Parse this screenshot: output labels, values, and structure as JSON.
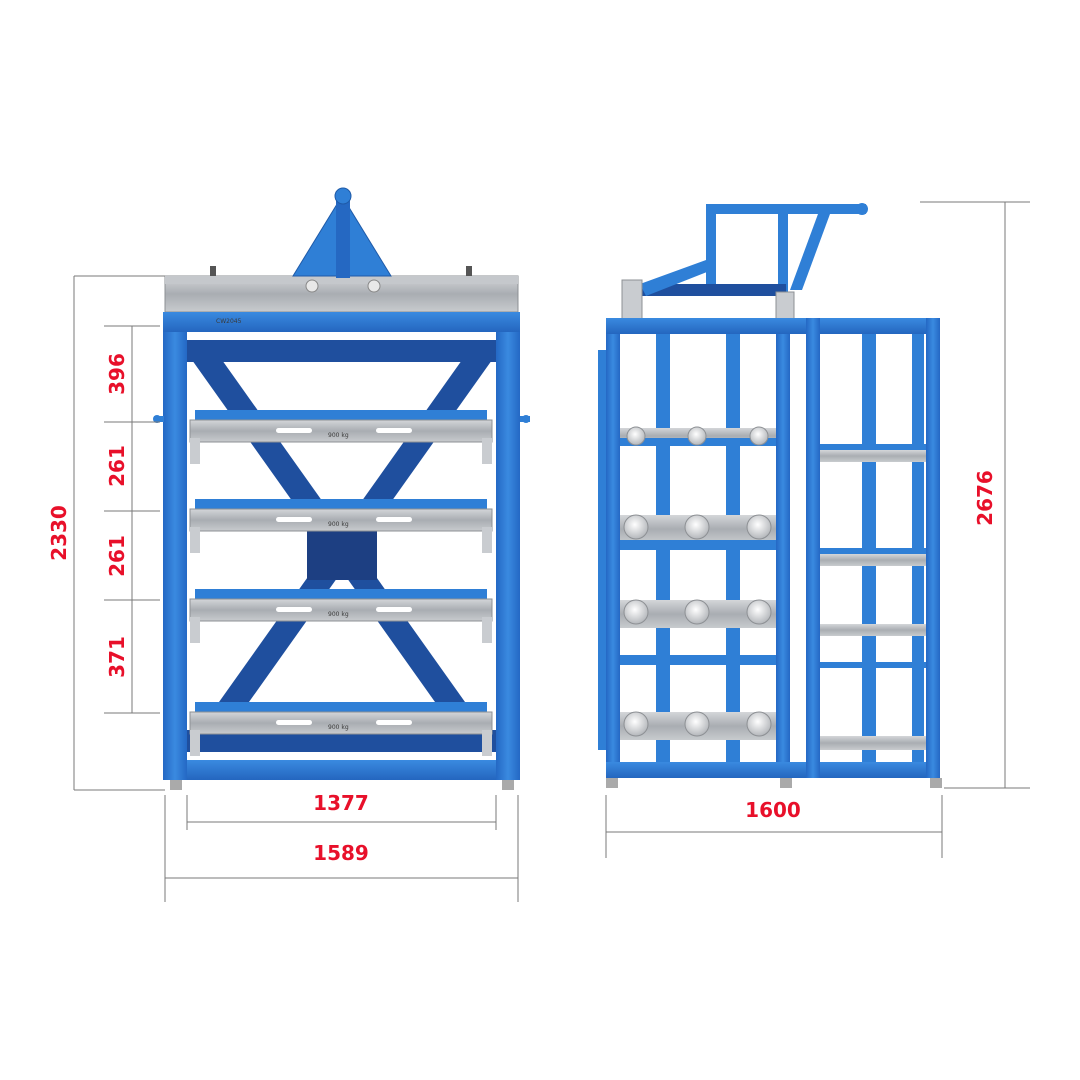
{
  "front_view": {
    "dims": {
      "total_height": "2330",
      "shelf_gap_1": "396",
      "shelf_gap_2": "261",
      "shelf_gap_3": "261",
      "shelf_gap_4": "371",
      "inner_width": "1377",
      "outer_width": "1589"
    },
    "model_label": "CW2045",
    "shelves": [
      {
        "capacity": "900 kg"
      },
      {
        "capacity": "900 kg"
      },
      {
        "capacity": "900 kg"
      },
      {
        "capacity": "900 kg"
      }
    ]
  },
  "side_view": {
    "dims": {
      "total_height": "2676",
      "depth": "1600"
    }
  },
  "colors": {
    "frame_blue": "#2f7fd6",
    "frame_blue_dark": "#1f4f9e",
    "steel": "#b9bcc0",
    "dimension_red": "#e8102a"
  }
}
